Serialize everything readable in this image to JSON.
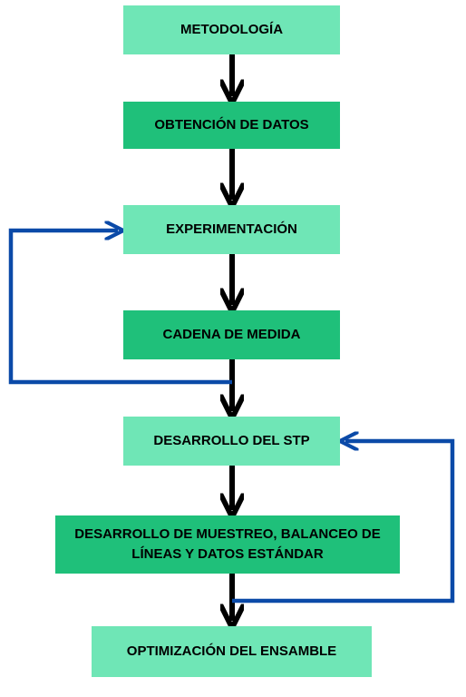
{
  "diagram": {
    "steps": [
      {
        "label": "METODOLOGÍA",
        "style": "light"
      },
      {
        "label": "OBTENCIÓN DE DATOS",
        "style": "dark"
      },
      {
        "label": "EXPERIMENTACIÓN",
        "style": "light"
      },
      {
        "label": "CADENA DE MEDIDA",
        "style": "dark"
      },
      {
        "label": "DESARROLLO DEL STP",
        "style": "light"
      },
      {
        "label": "DESARROLLO DE MUESTREO, BALANCEO DE LÍNEAS Y DATOS ESTÁNDAR",
        "style": "dark"
      },
      {
        "label": "OPTIMIZACIÓN DEL ENSAMBLE",
        "style": "light"
      }
    ],
    "colors": {
      "light_box": "#6fe6b6",
      "dark_box": "#1fc07a",
      "flow_arrow": "#000000",
      "feedback_arrow": "#0b4aa8"
    }
  }
}
